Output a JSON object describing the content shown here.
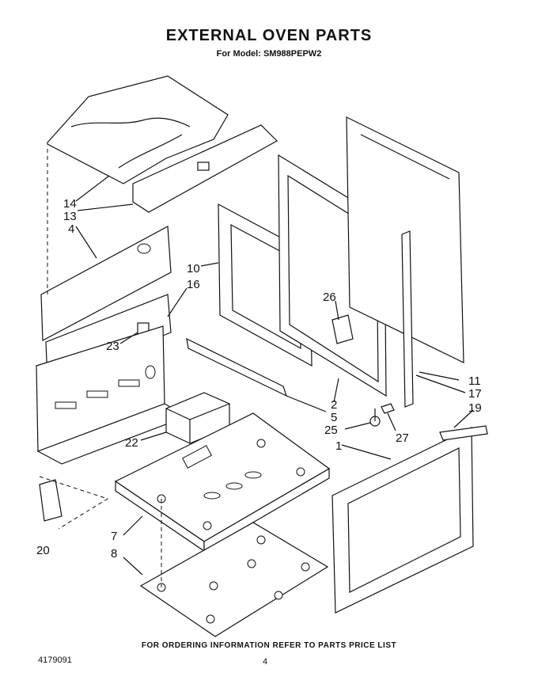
{
  "title": "EXTERNAL OVEN PARTS",
  "subtitle": "For Model: SM988PEPW2",
  "footer": "FOR ORDERING INFORMATION REFER TO PARTS PRICE LIST",
  "document_number": "4179091",
  "page_number": "4",
  "callouts": {
    "c14": "14",
    "c13": "13",
    "c4": "4",
    "c10": "10",
    "c16": "16",
    "c26": "26",
    "c23": "23",
    "c11": "11",
    "c17": "17",
    "c19": "19",
    "c2": "2",
    "c5": "5",
    "c25": "25",
    "c27": "27",
    "c22": "22",
    "c1": "1",
    "c7": "7",
    "c8": "8",
    "c20": "20"
  }
}
